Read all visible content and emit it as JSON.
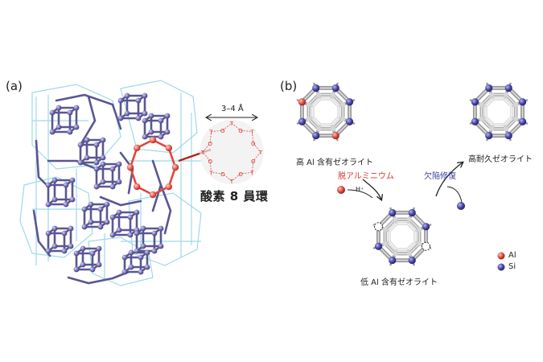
{
  "panel_a": {
    "label": "(a)",
    "dimension": "3–4 Å",
    "ring_atom_t": "T",
    "ring_atom_o": "O",
    "ring_label": "酸素 8 員環"
  },
  "panel_b": {
    "label": "(b)",
    "high_al": "高 Al 含有ゼオライト",
    "dealumination": "脱アルミニウム",
    "proton": "H⁺",
    "defect_repair": "欠陥修復",
    "low_al": "低 Al 含有ゼオライト",
    "durable": "高耐久ゼオライト",
    "legend": {
      "al": "Al",
      "si": "Si"
    }
  },
  "colors": {
    "framework": "#4d4a8c",
    "framework_bg": "#8fd3e4",
    "ring": "#e2473d",
    "si": "#3a3aa0",
    "al": "#d9473f",
    "cage": "#b9b9b9"
  }
}
